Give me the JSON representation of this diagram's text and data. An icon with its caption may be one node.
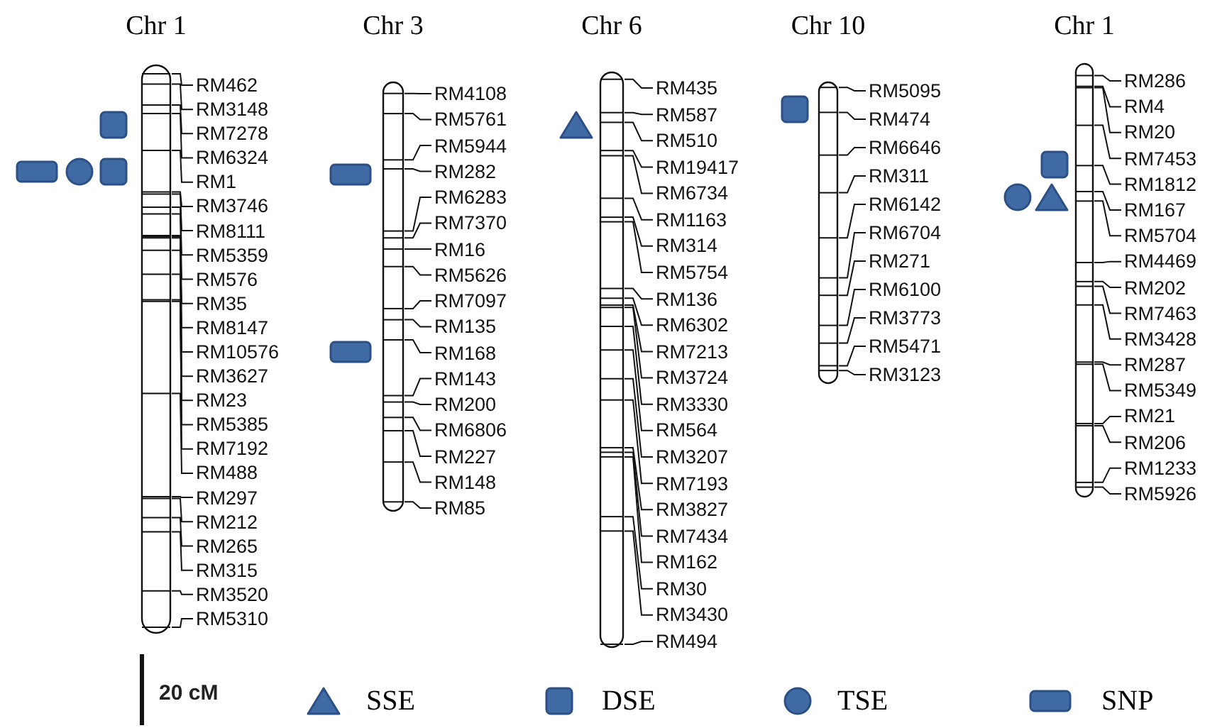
{
  "diagram": {
    "nodes": [
      {
        "text": [
          "Chr 1"
        ]
      },
      {
        "text": [
          "RM462"
        ]
      },
      {
        "text": [
          "RM3148"
        ]
      },
      {
        "text": [
          "RM7278"
        ]
      },
      {
        "text": [
          "RM6324"
        ]
      },
      {
        "text": [
          "RM1"
        ]
      },
      {
        "text": [
          "RM3746"
        ]
      },
      {
        "text": [
          "RM8111"
        ]
      },
      {
        "text": [
          "RM5359"
        ]
      },
      {
        "text": [
          "RM576"
        ]
      },
      {
        "text": [
          "RM35"
        ]
      },
      {
        "text": [
          "RM8147"
        ]
      },
      {
        "text": [
          "RM10576"
        ]
      },
      {
        "text": [
          "RM3627"
        ]
      },
      {
        "text": [
          "RM23"
        ]
      },
      {
        "text": [
          "RM5385"
        ]
      },
      {
        "text": [
          "RM7192"
        ]
      },
      {
        "text": [
          "RM488"
        ]
      },
      {
        "text": [
          "RM297"
        ]
      },
      {
        "text": [
          "RM212"
        ]
      },
      {
        "text": [
          "RM265"
        ]
      },
      {
        "text": [
          "RM315"
        ]
      },
      {
        "text": [
          "RM3520"
        ]
      },
      {
        "text": [
          "RM5310"
        ]
      },
      {
        "text": [],
        "shape": "box"
      },
      {
        "text": [],
        "shape": "bar"
      },
      {
        "text": [],
        "shape": "circle"
      },
      {
        "text": [],
        "shape": "box"
      },
      {
        "text": [
          "Chr 3"
        ]
      },
      {
        "text": [
          "RM4108"
        ]
      },
      {
        "text": [
          "RM5761"
        ]
      },
      {
        "text": [
          "RM5944"
        ]
      },
      {
        "text": [
          "RM282"
        ]
      },
      {
        "text": [
          "RM6283"
        ]
      },
      {
        "text": [
          "RM7370"
        ]
      },
      {
        "text": [
          "RM16"
        ]
      },
      {
        "text": [
          "RM5626"
        ]
      },
      {
        "text": [
          "RM7097"
        ]
      },
      {
        "text": [
          "RM135"
        ]
      },
      {
        "text": [
          "RM168"
        ]
      },
      {
        "text": [
          "RM143"
        ]
      },
      {
        "text": [
          "RM200"
        ]
      },
      {
        "text": [
          "RM6806"
        ]
      },
      {
        "text": [
          "RM227"
        ]
      },
      {
        "text": [
          "RM148"
        ]
      },
      {
        "text": [
          "RM85"
        ]
      },
      {
        "text": [],
        "shape": "bar"
      },
      {
        "text": [],
        "shape": "bar"
      },
      {
        "text": [
          "Chr 6"
        ]
      },
      {
        "text": [
          "RM435"
        ]
      },
      {
        "text": [
          "RM587"
        ]
      },
      {
        "text": [
          "RM510"
        ]
      },
      {
        "text": [
          "RM19417"
        ]
      },
      {
        "text": [
          "RM6734"
        ]
      },
      {
        "text": [
          "RM1163"
        ]
      },
      {
        "text": [
          "RM314"
        ]
      },
      {
        "text": [
          "RM5754"
        ]
      },
      {
        "text": [
          "RM136"
        ]
      },
      {
        "text": [
          "RM6302"
        ]
      },
      {
        "text": [
          "RM7213"
        ]
      },
      {
        "text": [
          "RM3724"
        ]
      },
      {
        "text": [
          "RM3330"
        ]
      },
      {
        "text": [
          "RM564"
        ]
      },
      {
        "text": [
          "RM3207"
        ]
      },
      {
        "text": [
          "RM7193"
        ]
      },
      {
        "text": [
          "RM3827"
        ]
      },
      {
        "text": [
          "RM7434"
        ]
      },
      {
        "text": [
          "RM162"
        ]
      },
      {
        "text": [
          "RM30"
        ]
      },
      {
        "text": [
          "RM3430"
        ]
      },
      {
        "text": [
          "RM494"
        ]
      },
      {
        "text": [],
        "shape": "triangle"
      },
      {
        "text": [
          "Chr 10"
        ]
      },
      {
        "text": [
          "RM5095"
        ]
      },
      {
        "text": [
          "RM474"
        ]
      },
      {
        "text": [
          "RM6646"
        ]
      },
      {
        "text": [
          "RM311"
        ]
      },
      {
        "text": [
          "RM6142"
        ]
      },
      {
        "text": [
          "RM6704"
        ]
      },
      {
        "text": [
          "RM271"
        ]
      },
      {
        "text": [
          "RM6100"
        ]
      },
      {
        "text": [
          "RM3773"
        ]
      },
      {
        "text": [
          "RM5471"
        ]
      },
      {
        "text": [
          "RM3123"
        ]
      },
      {
        "text": [],
        "shape": "box"
      },
      {
        "text": [
          "Chr 1"
        ]
      },
      {
        "text": [
          "RM286"
        ]
      },
      {
        "text": [
          "RM4"
        ]
      },
      {
        "text": [
          "RM20"
        ]
      },
      {
        "text": [
          "RM7453"
        ]
      },
      {
        "text": [
          "RM1812"
        ]
      },
      {
        "text": [
          "RM167"
        ]
      },
      {
        "text": [
          "RM5704"
        ]
      },
      {
        "text": [
          "RM4469"
        ]
      },
      {
        "text": [
          "RM202"
        ]
      },
      {
        "text": [
          "RM7463"
        ]
      },
      {
        "text": [
          "RM3428"
        ]
      },
      {
        "text": [
          "RM287"
        ]
      },
      {
        "text": [
          "RM5349"
        ]
      },
      {
        "text": [
          "RM21"
        ]
      },
      {
        "text": [
          "RM206"
        ]
      },
      {
        "text": [
          "RM1233"
        ]
      },
      {
        "text": [
          "RM5926"
        ]
      },
      {
        "text": [],
        "shape": "box"
      },
      {
        "text": [],
        "shape": "circle"
      },
      {
        "text": [],
        "shape": "triangle"
      }
    ],
    "edges": [
      {
        "from": 1,
        "to": 0,
        "arrow": "none"
      },
      {
        "from": 2,
        "to": 0,
        "arrow": "none"
      },
      {
        "from": 3,
        "to": 0,
        "arrow": "none"
      },
      {
        "from": 4,
        "to": 0,
        "arrow": "none"
      },
      {
        "from": 5,
        "to": 0,
        "arrow": "none"
      },
      {
        "from": 6,
        "to": 0,
        "arrow": "none"
      },
      {
        "from": 7,
        "to": 0,
        "arrow": "none"
      },
      {
        "from": 8,
        "to": 0,
        "arrow": "none"
      },
      {
        "from": 9,
        "to": 0,
        "arrow": "none"
      },
      {
        "from": 10,
        "to": 0,
        "arrow": "none"
      },
      {
        "from": 11,
        "to": 0,
        "arrow": "none"
      },
      {
        "from": 12,
        "to": 0,
        "arrow": "none"
      },
      {
        "from": 13,
        "to": 0,
        "arrow": "none"
      },
      {
        "from": 14,
        "to": 0,
        "arrow": "none"
      },
      {
        "from": 15,
        "to": 0,
        "arrow": "none"
      },
      {
        "from": 16,
        "to": 0,
        "arrow": "none"
      },
      {
        "from": 17,
        "to": 0,
        "arrow": "none"
      },
      {
        "from": 18,
        "to": 0,
        "arrow": "none"
      },
      {
        "from": 19,
        "to": 0,
        "arrow": "none"
      },
      {
        "from": 20,
        "to": 0,
        "arrow": "none"
      },
      {
        "from": 21,
        "to": 0,
        "arrow": "none"
      },
      {
        "from": 22,
        "to": 0,
        "arrow": "none"
      },
      {
        "from": 23,
        "to": 0,
        "arrow": "none"
      },
      {
        "from": 29,
        "to": 28,
        "arrow": "none"
      },
      {
        "from": 30,
        "to": 28,
        "arrow": "none"
      },
      {
        "from": 31,
        "to": 28,
        "arrow": "none"
      },
      {
        "from": 32,
        "to": 28,
        "arrow": "none"
      },
      {
        "from": 33,
        "to": 28,
        "arrow": "none"
      },
      {
        "from": 34,
        "to": 28,
        "arrow": "none"
      },
      {
        "from": 35,
        "to": 28,
        "arrow": "none"
      },
      {
        "from": 36,
        "to": 28,
        "arrow": "none"
      },
      {
        "from": 37,
        "to": 28,
        "arrow": "none"
      },
      {
        "from": 38,
        "to": 28,
        "arrow": "none"
      },
      {
        "from": 39,
        "to": 28,
        "arrow": "none"
      },
      {
        "from": 40,
        "to": 28,
        "arrow": "none"
      },
      {
        "from": 41,
        "to": 28,
        "arrow": "none"
      },
      {
        "from": 42,
        "to": 28,
        "arrow": "none"
      },
      {
        "from": 43,
        "to": 28,
        "arrow": "none"
      },
      {
        "from": 44,
        "to": 28,
        "arrow": "none"
      },
      {
        "from": 45,
        "to": 28,
        "arrow": "none"
      },
      {
        "from": 49,
        "to": 48,
        "arrow": "none"
      },
      {
        "from": 50,
        "to": 48,
        "arrow": "none"
      },
      {
        "from": 51,
        "to": 48,
        "arrow": "none"
      },
      {
        "from": 52,
        "to": 48,
        "arrow": "none"
      },
      {
        "from": 53,
        "to": 48,
        "arrow": "none"
      },
      {
        "from": 54,
        "to": 48,
        "arrow": "none"
      },
      {
        "from": 55,
        "to": 48,
        "arrow": "none"
      },
      {
        "from": 56,
        "to": 48,
        "arrow": "none"
      },
      {
        "from": 57,
        "to": 48,
        "arrow": "none"
      },
      {
        "from": 58,
        "to": 48,
        "arrow": "none"
      },
      {
        "from": 59,
        "to": 48,
        "arrow": "none"
      },
      {
        "from": 60,
        "to": 48,
        "arrow": "none"
      },
      {
        "from": 61,
        "to": 48,
        "arrow": "none"
      },
      {
        "from": 62,
        "to": 48,
        "arrow": "none"
      },
      {
        "from": 63,
        "to": 48,
        "arrow": "none"
      },
      {
        "from": 64,
        "to": 48,
        "arrow": "none"
      },
      {
        "from": 65,
        "to": 48,
        "arrow": "none"
      },
      {
        "from": 66,
        "to": 48,
        "arrow": "none"
      },
      {
        "from": 67,
        "to": 48,
        "arrow": "none"
      },
      {
        "from": 68,
        "to": 48,
        "arrow": "none"
      },
      {
        "from": 69,
        "to": 48,
        "arrow": "none"
      },
      {
        "from": 70,
        "to": 48,
        "arrow": "none"
      },
      {
        "from": 73,
        "to": 72,
        "arrow": "none"
      },
      {
        "from": 74,
        "to": 72,
        "arrow": "none"
      },
      {
        "from": 75,
        "to": 72,
        "arrow": "none"
      },
      {
        "from": 76,
        "to": 72,
        "arrow": "none"
      },
      {
        "from": 77,
        "to": 72,
        "arrow": "none"
      },
      {
        "from": 78,
        "to": 72,
        "arrow": "none"
      },
      {
        "from": 79,
        "to": 72,
        "arrow": "none"
      },
      {
        "from": 80,
        "to": 72,
        "arrow": "none"
      },
      {
        "from": 81,
        "to": 72,
        "arrow": "none"
      },
      {
        "from": 82,
        "to": 72,
        "arrow": "none"
      },
      {
        "from": 83,
        "to": 72,
        "arrow": "none"
      },
      {
        "from": 86,
        "to": 85,
        "arrow": "none"
      },
      {
        "from": 87,
        "to": 85,
        "arrow": "none"
      },
      {
        "from": 88,
        "to": 85,
        "arrow": "none"
      },
      {
        "from": 89,
        "to": 85,
        "arrow": "none"
      },
      {
        "from": 90,
        "to": 85,
        "arrow": "none"
      },
      {
        "from": 91,
        "to": 85,
        "arrow": "none"
      },
      {
        "from": 92,
        "to": 85,
        "arrow": "none"
      },
      {
        "from": 93,
        "to": 85,
        "arrow": "none"
      },
      {
        "from": 94,
        "to": 85,
        "arrow": "none"
      },
      {
        "from": 95,
        "to": 85,
        "arrow": "none"
      },
      {
        "from": 96,
        "to": 85,
        "arrow": "none"
      },
      {
        "from": 97,
        "to": 85,
        "arrow": "none"
      },
      {
        "from": 98,
        "to": 85,
        "arrow": "none"
      },
      {
        "from": 99,
        "to": 85,
        "arrow": "none"
      },
      {
        "from": 100,
        "to": 85,
        "arrow": "none"
      },
      {
        "from": 101,
        "to": 85,
        "arrow": "none"
      },
      {
        "from": 102,
        "to": 85,
        "arrow": "none"
      }
    ],
    "labels": [
      "20 cM"
    ],
    "legend": [
      {
        "text": "SSE"
      },
      {
        "text": "DSE"
      },
      {
        "text": "TSE"
      },
      {
        "text": "SNP"
      }
    ]
  }
}
